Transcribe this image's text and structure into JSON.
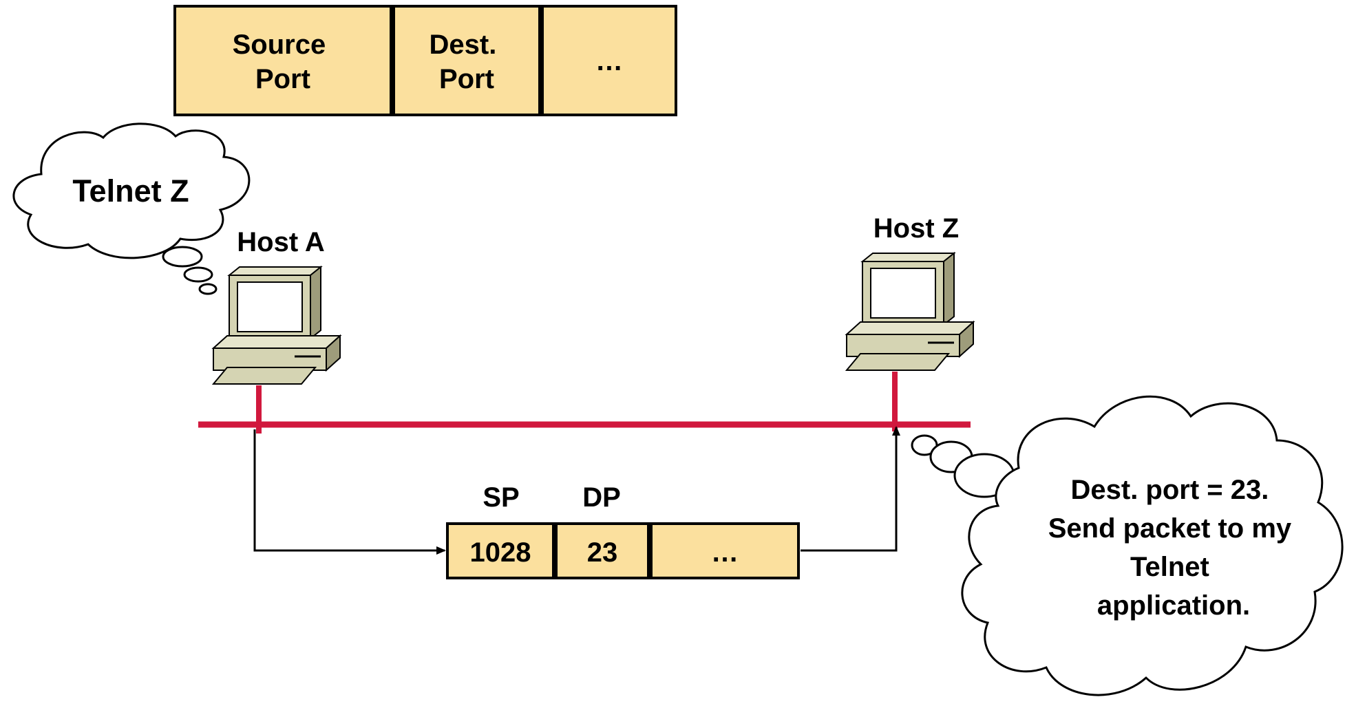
{
  "header_segment": {
    "source_port": [
      "Source",
      "Port"
    ],
    "dest_port": [
      "Dest.",
      "Port"
    ],
    "more": "…"
  },
  "host_a": {
    "label": "Host A",
    "thought": "Telnet Z"
  },
  "host_z": {
    "label": "Host Z",
    "thought": [
      "Dest. port = 23.",
      "Send packet to my",
      "Telnet",
      "application."
    ]
  },
  "packet": {
    "sp_label": "SP",
    "dp_label": "DP",
    "sp_value": "1028",
    "dp_value": "23",
    "more": "…"
  },
  "colors": {
    "field_fill": "#fbe09e",
    "network_line": "#d1183d",
    "computer_body": "#d5d4b3",
    "computer_shadow": "#9e9c7b",
    "screen": "#ffffff"
  }
}
